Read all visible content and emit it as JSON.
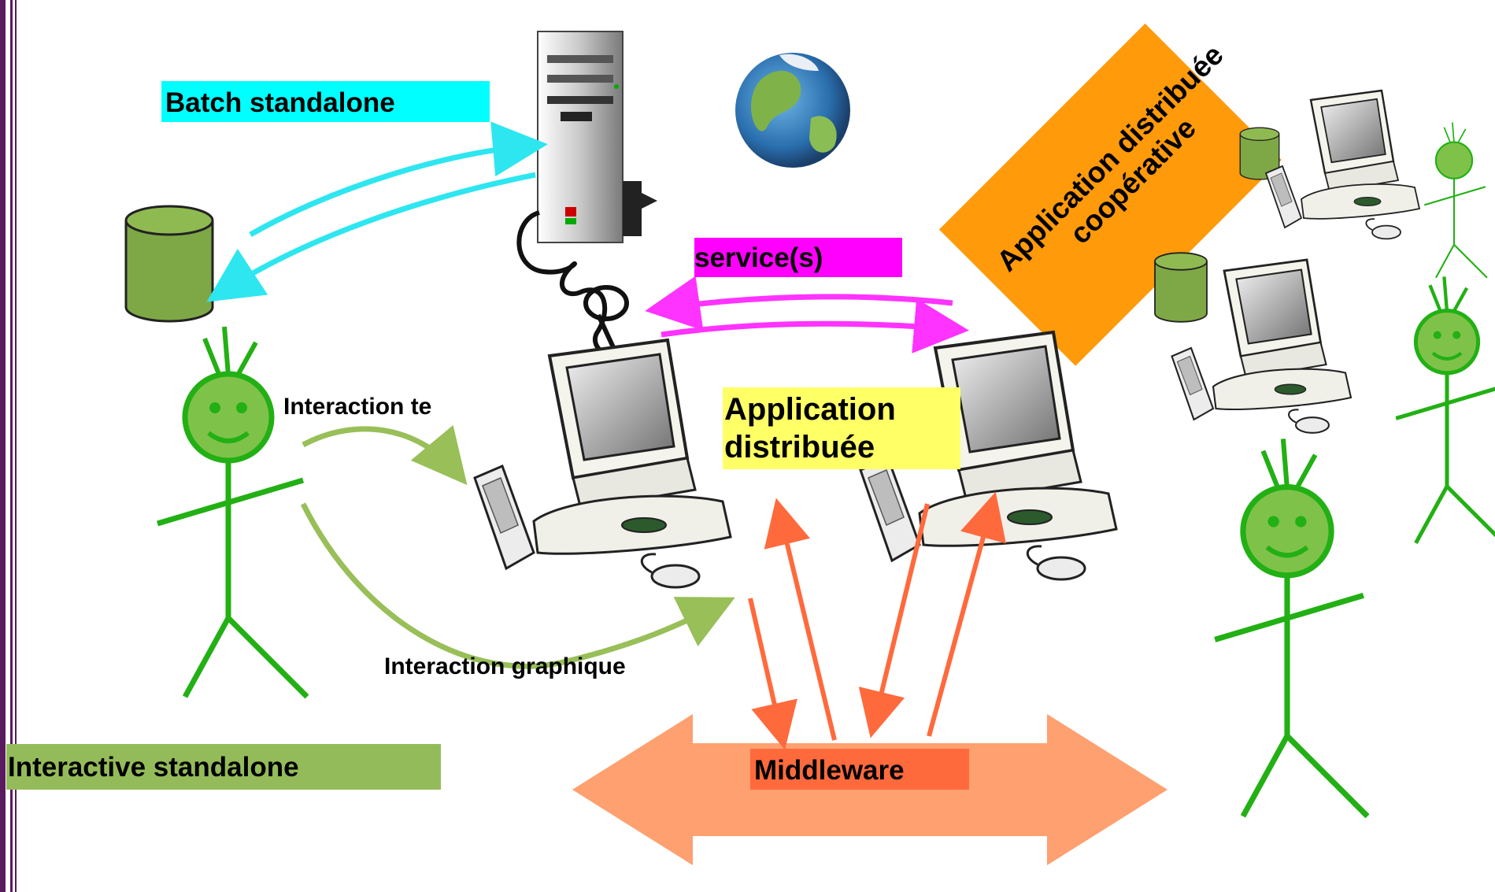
{
  "labels": {
    "batch_standalone": "Batch standalone",
    "services": "service(s)",
    "app_distributed_coop_line1": "Application distribuée",
    "app_distributed_coop_line2": "coopérative",
    "interaction_text": "Interaction te",
    "app_distributed_line1": "Application",
    "app_distributed_line2": "distribuée",
    "interaction_graphic": "Interaction graphique",
    "interactive_standalone": "Interactive standalone",
    "middleware": "Middleware"
  },
  "colors": {
    "batch_bg": "#00ffff",
    "batch_arrow": "#2ee6f0",
    "services_bg": "#ff00ff",
    "services_arrow": "#ff33ff",
    "coop_bg": "#ff9a0a",
    "app_bg": "#ffff66",
    "interactive_bg": "#94bb5a",
    "interaction_arrow": "#98bf58",
    "middleware_bg": "#ff6a3d",
    "middleware_arrow": "#ffa070",
    "red_arrow": "#ff6a3d",
    "stickman": "#22b014",
    "face_fill": "#7fc24a",
    "database": "#7ea846",
    "left_rule": "#5a1a5e"
  },
  "icons": [
    "server-tower-icon",
    "globe-icon",
    "database-icon",
    "computer-icon",
    "stick-figure-user-icon"
  ]
}
